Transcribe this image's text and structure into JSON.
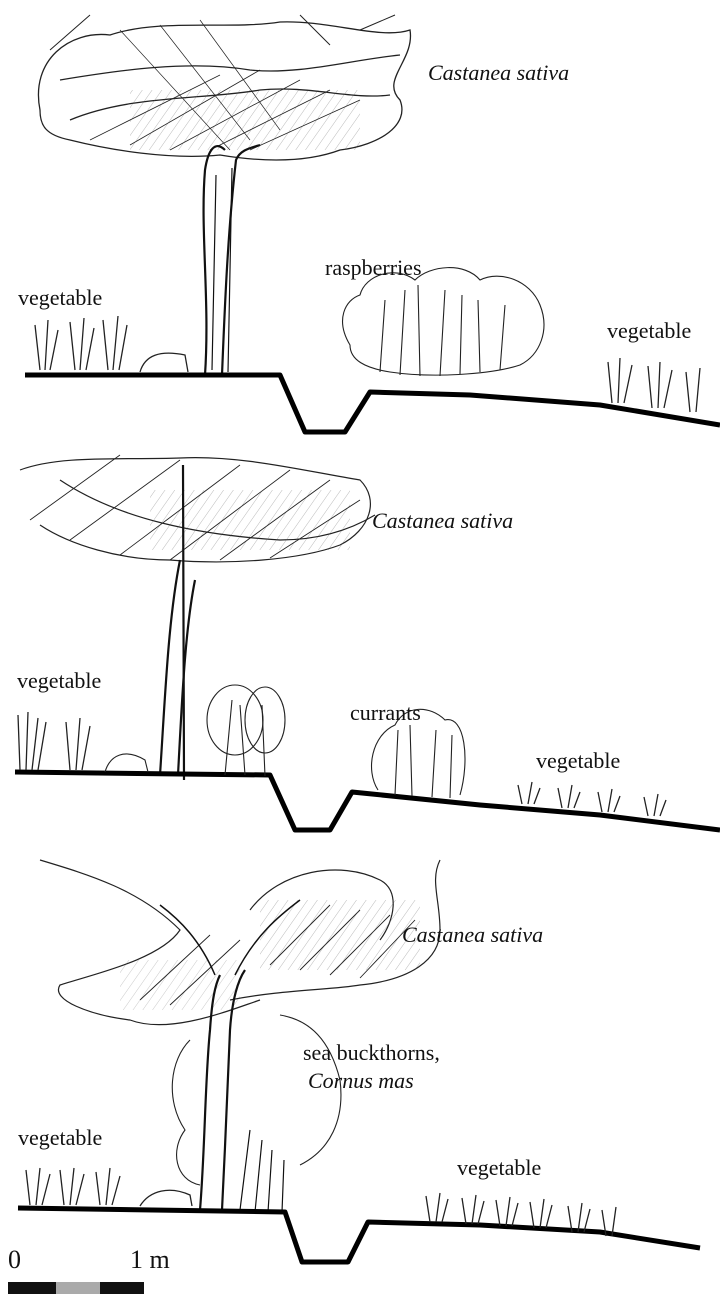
{
  "sections": [
    {
      "tree_label": "Castanea sativa",
      "shrub_label": "raspberries",
      "left_label": "vegetable",
      "right_label": "vegetable"
    },
    {
      "tree_label": "Castanea sativa",
      "shrub_label": "currants",
      "left_label": "vegetable",
      "right_label": "vegetable"
    },
    {
      "tree_label": "Castanea sativa",
      "shrub_label_line1": "sea buckthorns,",
      "shrub_label_line2": "Cornus mas",
      "left_label": "vegetable",
      "right_label": "vegetable"
    }
  ],
  "scale_bar": {
    "start_label": "0",
    "end_label": "1 m"
  }
}
